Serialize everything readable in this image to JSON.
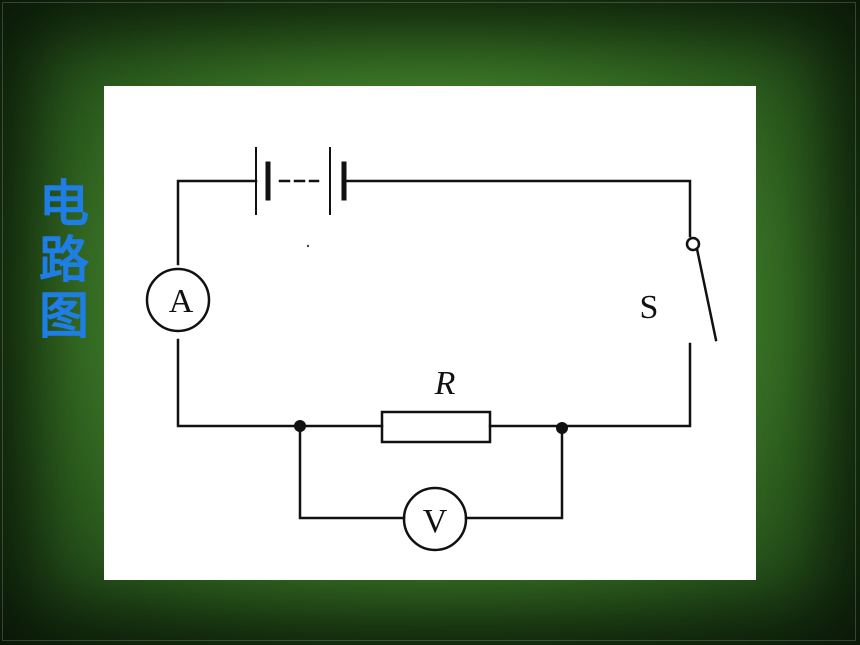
{
  "slide": {
    "side_title": [
      "电",
      "路",
      "图"
    ]
  },
  "diagram": {
    "ammeter_label": "A",
    "voltmeter_label": "V",
    "switch_label": "S",
    "resistor_label": "R"
  },
  "colors": {
    "background_green": "#417f2a",
    "title_blue": "#1e7ee6",
    "panel": "#ffffff",
    "wire": "#111111"
  }
}
